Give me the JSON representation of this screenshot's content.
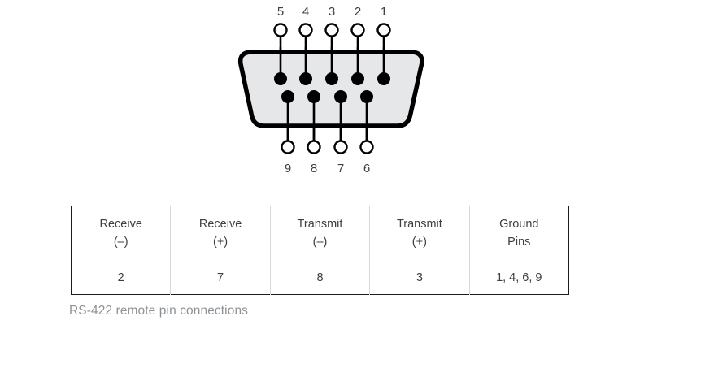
{
  "figure": {
    "caption": "RS-422 remote pin connections",
    "connector": {
      "name": "db9-connector",
      "body_fill": "#e6e7e9",
      "outline_color": "#000000",
      "top_pin_labels": [
        "5",
        "4",
        "3",
        "2",
        "1"
      ],
      "bottom_pin_labels": [
        "9",
        "8",
        "7",
        "6"
      ],
      "top_pin_count": 5,
      "bottom_pin_count": 4
    }
  },
  "table": {
    "name": "rs422-pin-connections-table",
    "headers": [
      {
        "line1": "Receive",
        "line2": "(–)"
      },
      {
        "line1": "Receive",
        "line2": "(+)"
      },
      {
        "line1": "Transmit",
        "line2": "(–)"
      },
      {
        "line1": "Transmit",
        "line2": "(+)"
      },
      {
        "line1": "Ground",
        "line2": "Pins"
      }
    ],
    "rows": [
      [
        "2",
        "7",
        "8",
        "3",
        "1, 4, 6, 9"
      ]
    ],
    "border_color": "#1b1b1b",
    "grid_color": "#d5d7d9"
  }
}
